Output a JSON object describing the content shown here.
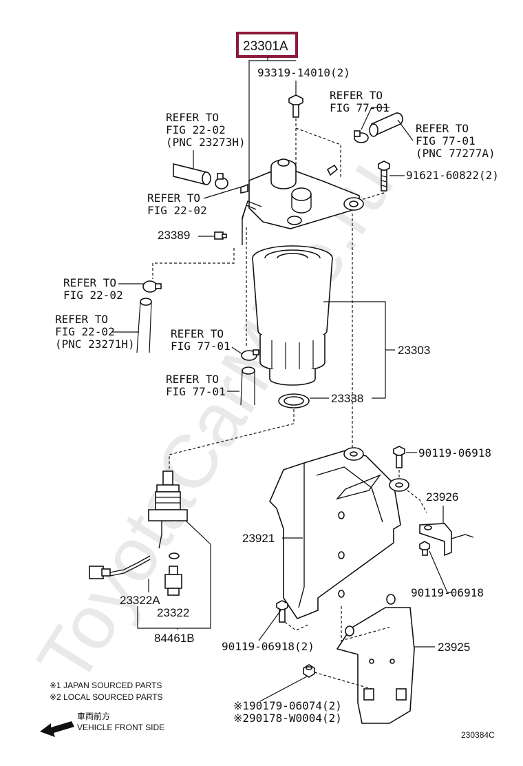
{
  "watermark": "ToyotaCarMine.ru",
  "highlight": {
    "part": "23301A",
    "color": "#8b1a3a"
  },
  "labels": {
    "bolt_top": "93319-14010(2)",
    "refer_77_a1": "REFER TO",
    "refer_77_a2": "FIG 77-01",
    "refer_77_b1": "REFER TO",
    "refer_77_b2": "FIG 77-01",
    "refer_77_b3": "(PNC 77277A)",
    "refer_22_a1": "REFER TO",
    "refer_22_a2": "FIG 22-02",
    "refer_22_a3": "(PNC 23273H)",
    "bolt_right": "91621-60822(2)",
    "refer_22_b1": "REFER TO",
    "refer_22_b2": "FIG 22-02",
    "p23389": "23389",
    "refer_22_c1": "REFER TO",
    "refer_22_c2": "FIG 22-02",
    "refer_22_d1": "REFER TO",
    "refer_22_d2": "FIG 22-02",
    "refer_22_d3": "(PNC 23271H)",
    "refer_77_c1": "REFER TO",
    "refer_77_c2": "FIG 77-01",
    "refer_77_d1": "REFER TO",
    "refer_77_d2": "FIG 77-01",
    "p23303": "23303",
    "p23338": "23338",
    "bolt_bracket": "90119-06918",
    "p23926": "23926",
    "p23921": "23921",
    "bolt_sensor": "90119-06918",
    "p23322a": "23322A",
    "p23322": "23322",
    "p84461b": "84461B",
    "bolt_lower": "90119-06918(2)",
    "p23925": "23925",
    "nut1": "※190179-06074(2)",
    "nut2": "※290178-W0004(2)",
    "note1": "※1 JAPAN SOURCED PARTS",
    "note2": "※2 LOCAL SOURCED PARTS",
    "front_jp": "車両前方",
    "front_en": "VEHICLE FRONT SIDE",
    "figure_id": "230384C"
  },
  "icons": {
    "arrow": "front-arrow-icon"
  }
}
